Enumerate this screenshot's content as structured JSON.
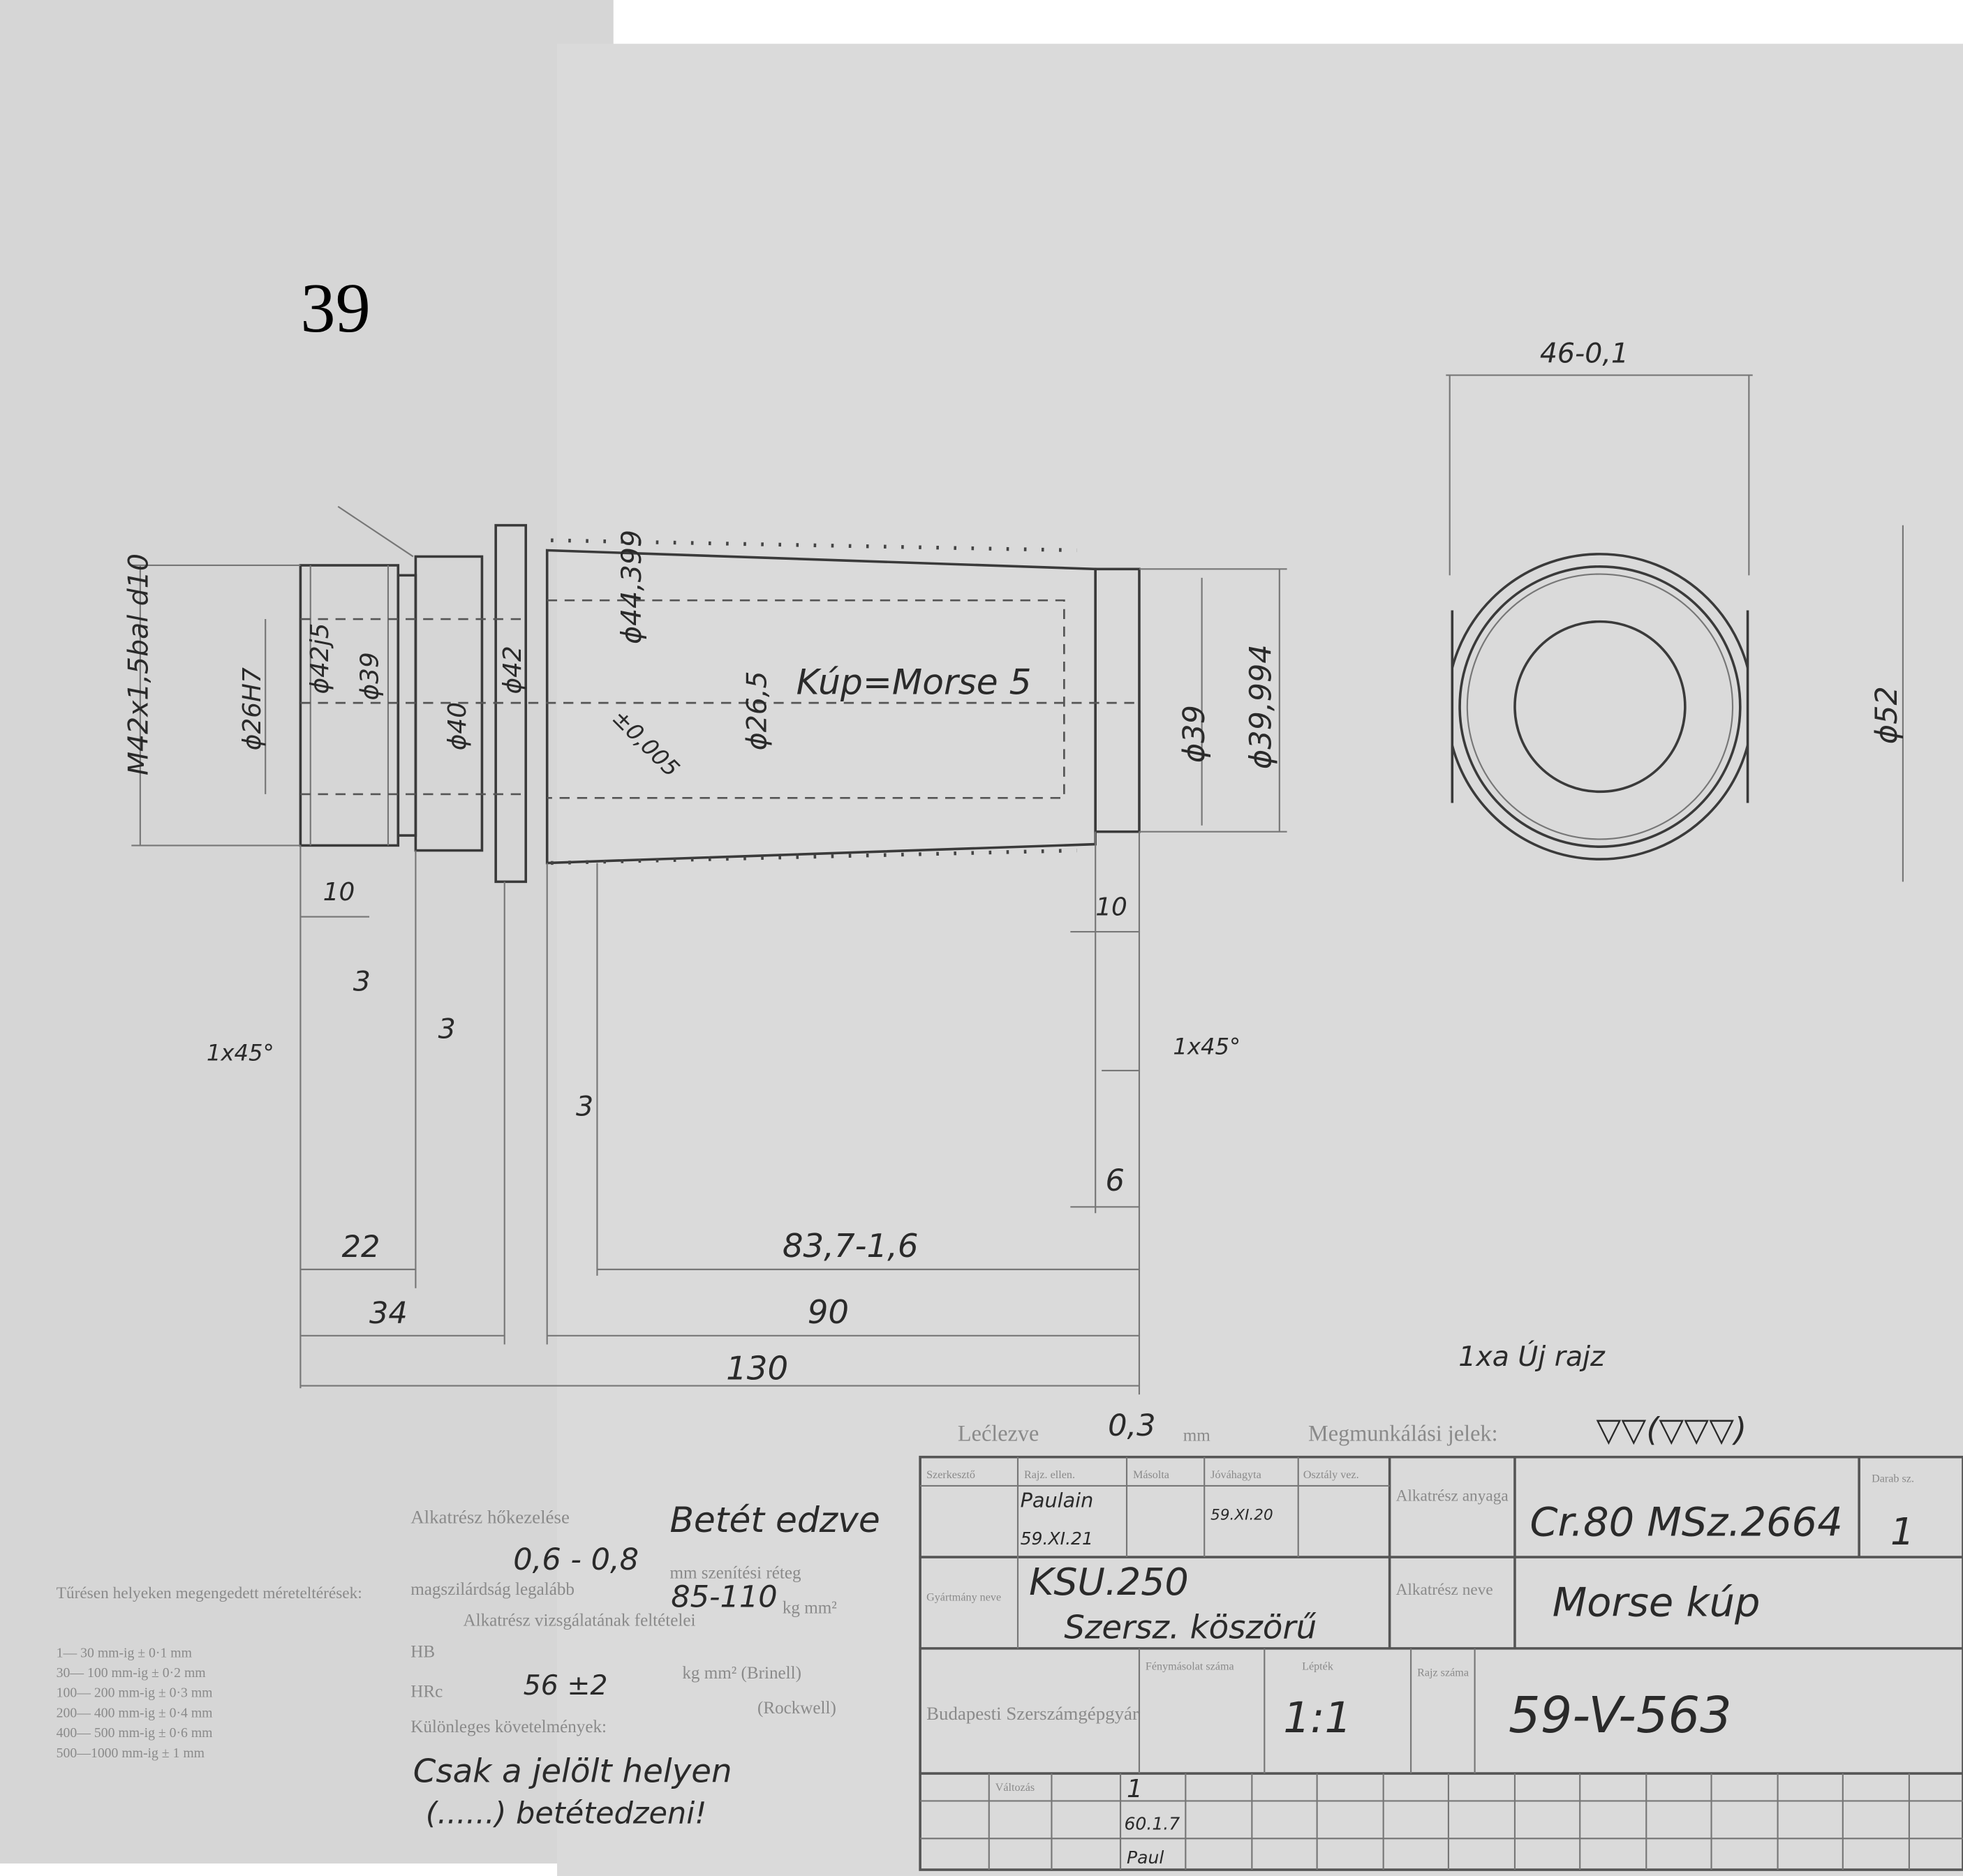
{
  "page_number": "39",
  "drawing": {
    "dimensions": {
      "thread": "M42x1,5bal d10",
      "bore": "ϕ26H7",
      "d42j5": "ϕ42j5",
      "d39_left": "ϕ39",
      "d40": "ϕ40",
      "d42": "ϕ42",
      "d44": "ϕ44,399",
      "tol": "±0,005",
      "d26_5": "ϕ26,5",
      "taper_label": "Kúp=Morse 5",
      "d39_right": "ϕ39",
      "d39_994": "ϕ39,994",
      "flat_width": "46-0,1",
      "d52": "ϕ52",
      "len10_left": "10",
      "len3_a": "3",
      "len3_b": "3",
      "len3_c": "3",
      "chamfer_left": "1x45°",
      "chamfer_right": "1x45°",
      "len10_right": "10",
      "len6": "6",
      "len22": "22",
      "len34": "34",
      "len83_7": "83,7-1,6",
      "len90": "90",
      "len130": "130"
    },
    "note_new": "1xa Új rajz"
  },
  "tolerance_table": {
    "title": "Tűrésen helyeken megengedett méreteltérések:",
    "rows": [
      "1— 30 mm-ig ± 0·1 mm",
      "30— 100 mm-ig ± 0·2 mm",
      "100— 200 mm-ig ± 0·3 mm",
      "200— 400 mm-ig ± 0·4 mm",
      "400— 500 mm-ig ± 0·6 mm",
      "500—1000 mm-ig ± 1 mm"
    ]
  },
  "treatment": {
    "line1_label": "Alkatrész hőkezelése",
    "line1_value": "Betét edzve",
    "line2_value": "0,6 - 0,8",
    "line2_label": "mm szenítési réteg",
    "line3_label": "magszilárdság legalább",
    "line3_value": "85-110",
    "line3_unit": "kg mm²",
    "line4_label": "Alkatrész vizsgálatának feltételei",
    "hb_label": "HB",
    "hb_unit": "kg mm² (Brinell)",
    "hrc_label": "HRc",
    "hrc_value": "56 ±2",
    "hrc_unit": "(Rockwell)",
    "special_label": "Különleges követelmények:",
    "special_1": "Csak a jelölt helyen",
    "special_2": "(......) betétedzeni!"
  },
  "title_block": {
    "coating_label": "Lećlezve",
    "coating_value": "0,3",
    "coating_unit": "mm",
    "marks_label": "Megmunkálási jelek:",
    "marks_value": "▽▽(▽▽▽)",
    "hdr_designer": "Szerkesztő",
    "hdr_checked": "Rajz. ellen.",
    "hdr_copy": "Másolta",
    "hdr_approved": "Jóváhagyta",
    "hdr_other": "Osztály vez.",
    "designer_sign": "Paulain",
    "designer_date": "59.XI.21",
    "approved_date": "59.XI.20",
    "material_label": "Alkatrész anyaga",
    "material_value": "Cr.80 MSz.2664",
    "qty_label": "Darab sz.",
    "qty_value": "1",
    "machine_label": "Gyártmány neve",
    "machine_value_1": "KSU.250",
    "machine_value_2": "Szersz. köszörű",
    "part_label": "Alkatrész neve",
    "part_value": "Morse kúp",
    "company": "Budapesti Szerszámgépgyár",
    "photo_label": "Fénymásolat száma",
    "scale_label": "Lépték",
    "scale_value": "1:1",
    "number_label": "Rajz száma",
    "number_value": "59-V-563",
    "rev_label": "Változás",
    "rev_value": "1",
    "rev_date": "60.1.7",
    "rev_sign": "Paul"
  }
}
